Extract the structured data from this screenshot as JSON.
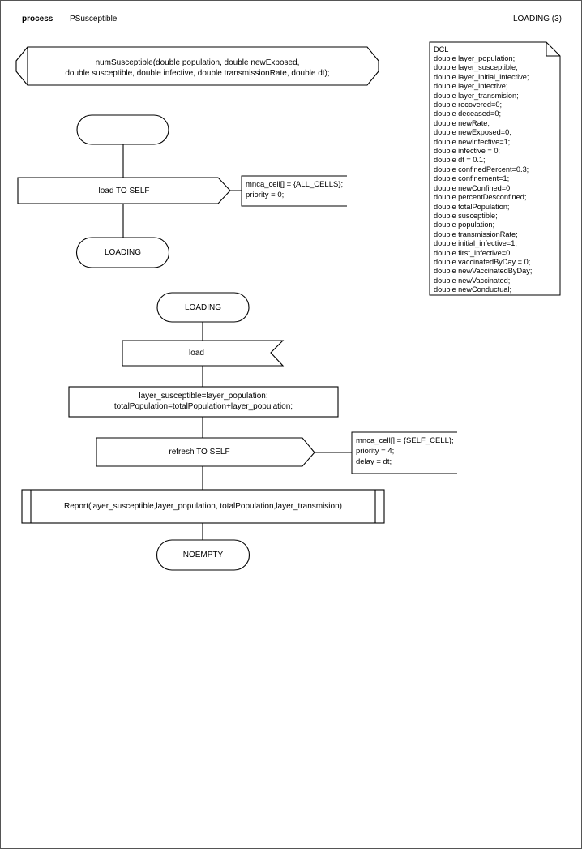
{
  "header": {
    "kind_label": "process",
    "name": "PSusceptible",
    "page_label": "LOADING (3)"
  },
  "dcl": {
    "title": "DCL",
    "declarations": [
      "double layer_population;",
      "double layer_susceptible;",
      "double layer_initial_infective;",
      "double layer_infective;",
      "double layer_transmision;",
      "double recovered=0;",
      "double deceased=0;",
      "double newRate;",
      "double newExposed=0;",
      "double newInfective=1;",
      "double infective = 0;",
      "double dt = 0.1;",
      "double confinedPercent=0.3;",
      "double confinement=1;",
      "double newConfined=0;",
      "double percentDesconfined;",
      "double totalPopulation;",
      "double susceptible;",
      "double population;",
      "double transmissionRate;",
      "double initial_infective=1;",
      "double first_infective=0;",
      "double vaccinatedByDay = 0;",
      "double newVaccinatedByDay;",
      "double newVaccinated;",
      "double newConductual;"
    ]
  },
  "diagram": {
    "procedure_declaration": {
      "line1": "numSusceptible(double population, double newExposed,",
      "line2": "double susceptible, double infective, double transmissionRate, double dt);"
    },
    "start_state": {
      "label": ""
    },
    "output_load_to_self": {
      "label": "load TO SELF"
    },
    "comment_load": {
      "line1": "mnca_cell[] = {ALL_CELLS};",
      "line2": "priority = 0;"
    },
    "state_loading_1": {
      "label": "LOADING"
    },
    "state_loading_2": {
      "label": "LOADING"
    },
    "input_load": {
      "label": "load"
    },
    "task_assign": {
      "line1": "layer_susceptible=layer_population;",
      "line2": "totalPopulation=totalPopulation+layer_population;"
    },
    "output_refresh_to_self": {
      "label": "refresh TO SELF"
    },
    "comment_refresh": {
      "line1": "mnca_cell[] = {SELF_CELL};",
      "line2": "priority = 4;",
      "line3": "delay = dt;"
    },
    "procedure_call_report": {
      "label": "Report(layer_susceptible,layer_population, totalPopulation,layer_transmision)"
    },
    "state_noempty": {
      "label": "NOEMPTY"
    }
  },
  "colors": {
    "stroke": "#000000",
    "page_border": "#555555",
    "background": "#ffffff"
  }
}
